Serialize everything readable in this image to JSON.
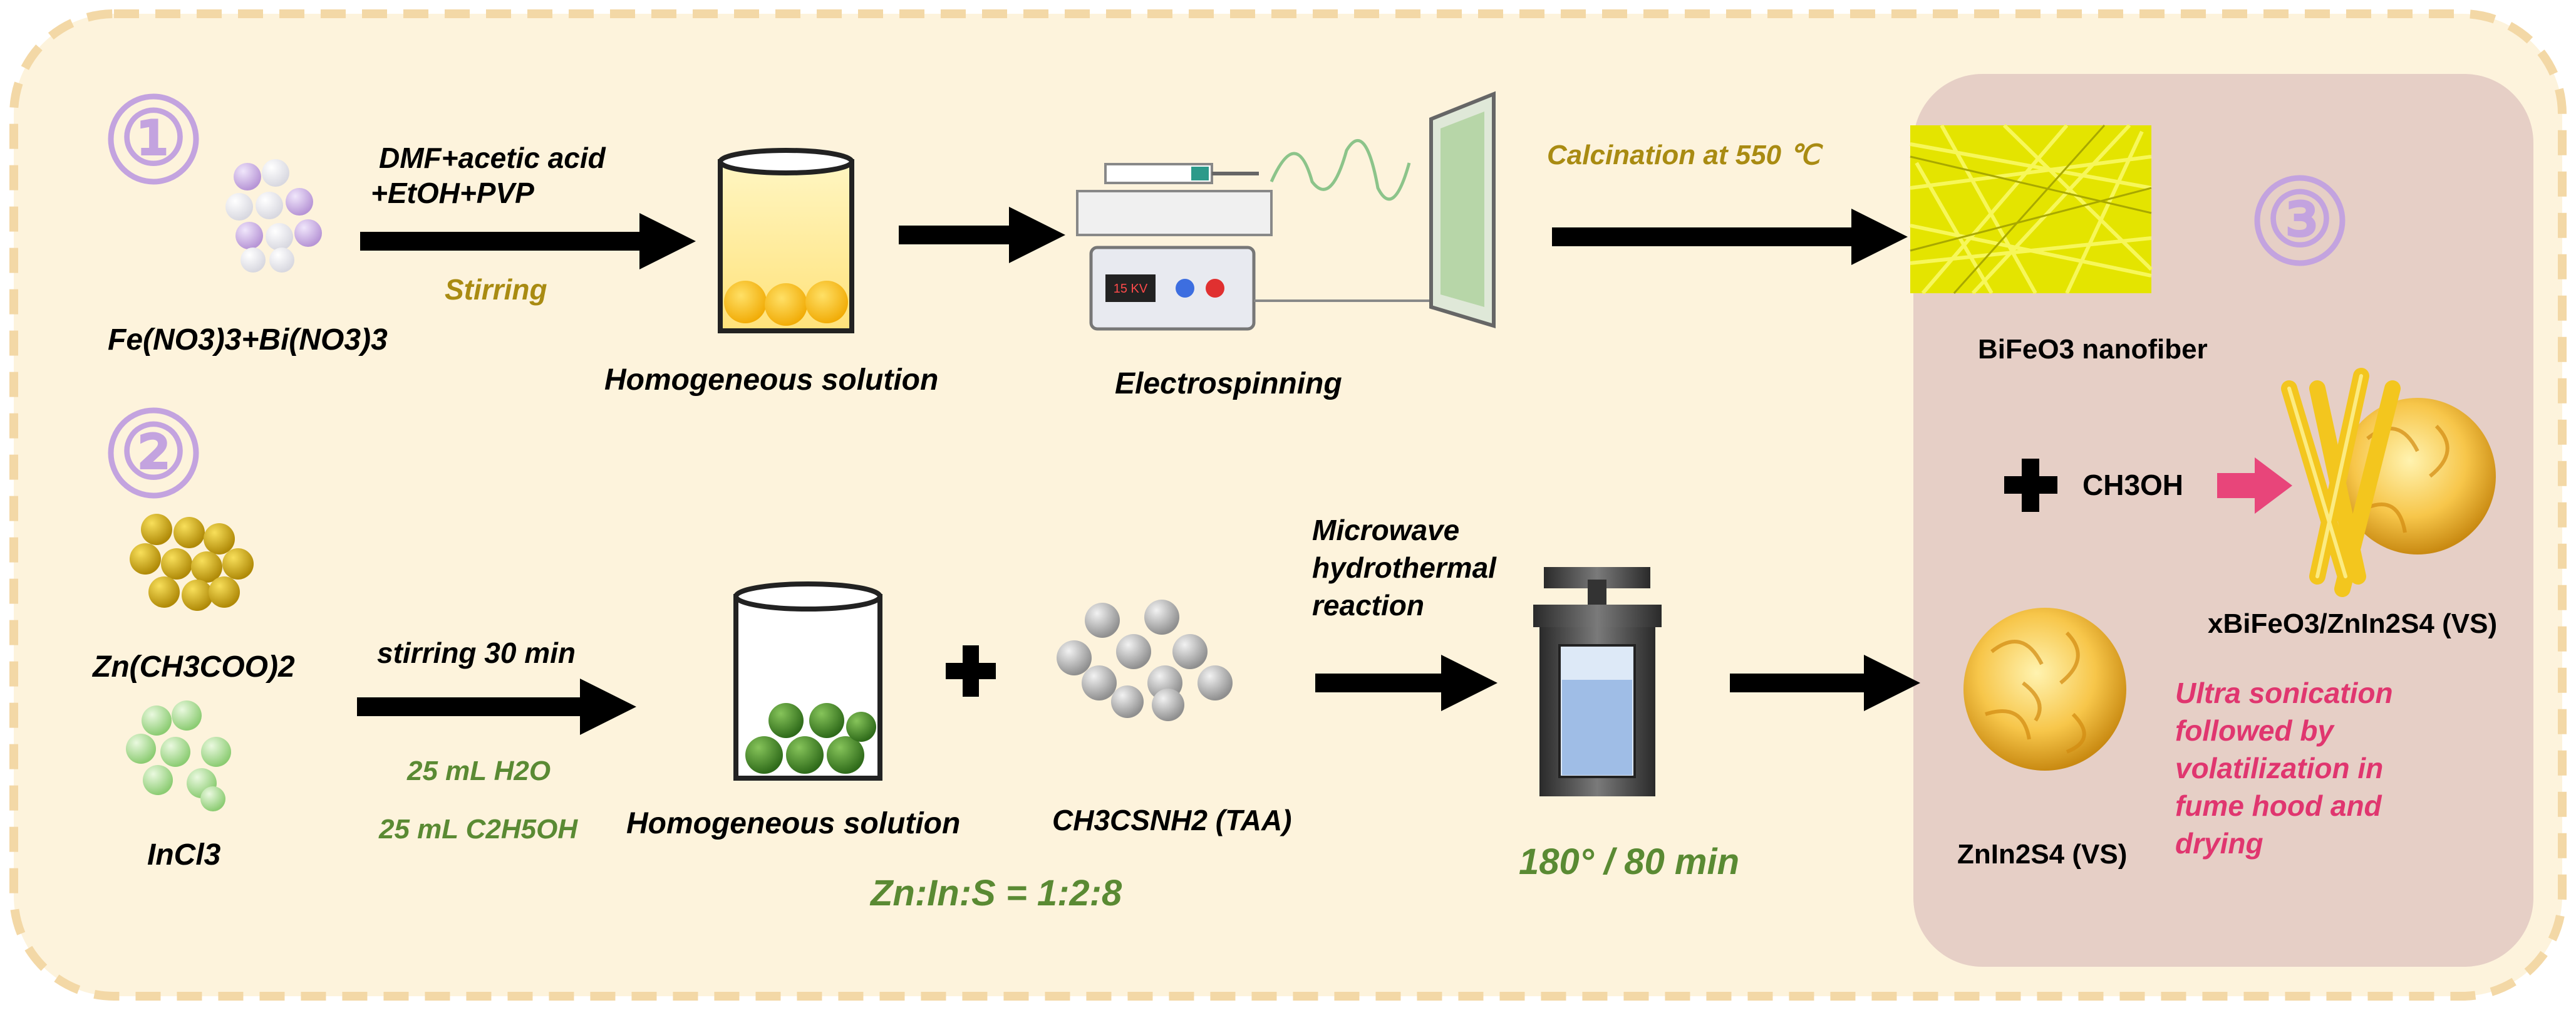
{
  "colors": {
    "background": "#fdf3dc",
    "dashed_border": "#f3d8a6",
    "panel3": "#e6cfc6",
    "purple_circle": "#c3a3df",
    "olive_text": "#a98b12",
    "green_text": "#5a8a33",
    "pink_text": "#e0366f",
    "arrow": "#000000",
    "pink_arrow": "#e8457a"
  },
  "steps": {
    "one": "①",
    "two": "②",
    "three": "③"
  },
  "row1": {
    "precursor": "Fe(NO3)3+Bi(NO3)3",
    "reagents_line1": "DMF+acetic acid",
    "reagents_line2": "+EtOH+PVP",
    "stirring": "Stirring",
    "solution": "Homogeneous solution",
    "electrospinning": "Electrospinning",
    "device_display": "15 KV",
    "calcination": "Calcination at 550 ℃",
    "product": "BiFeO3 nanofiber"
  },
  "row2": {
    "zn_precursor": "Zn(CH3COO)2",
    "in_precursor": "InCl3",
    "stirring_time": "stirring 30 min",
    "water": "25 mL H2O",
    "ethanol": "25 mL C2H5OH",
    "solution": "Homogeneous solution",
    "taa": "CH3CSNH2 (TAA)",
    "ratio": "Zn:In:S = 1:2:8",
    "microwave_line1": "Microwave",
    "microwave_line2": "hydrothermal",
    "microwave_line3": "reaction",
    "temp_time": "180° / 80 min",
    "znins": "ZnIn2S4 (VS)"
  },
  "panel3": {
    "methanol": "CH3OH",
    "composite": "xBiFeO3/ZnIn2S4 (VS)",
    "note_line1": "Ultra sonication",
    "note_line2": "followed by",
    "note_line3": "volatilization in",
    "note_line4": "fume hood and",
    "note_line5": "drying"
  }
}
